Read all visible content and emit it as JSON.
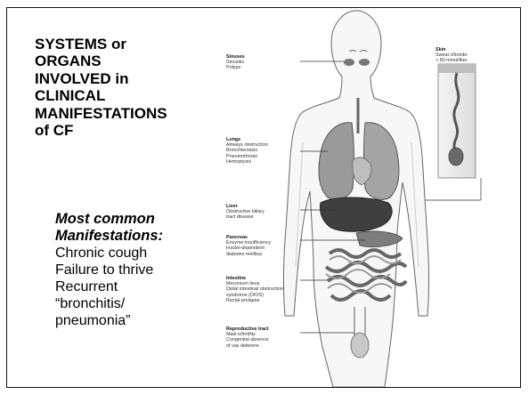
{
  "title_lines": [
    "SYSTEMS or",
    "ORGANS",
    "INVOLVED in",
    "CLINICAL",
    "MANIFESTATIONS",
    "of CF"
  ],
  "subheading_lines": [
    "Most common",
    "Manifestations:"
  ],
  "manifestations": [
    "Chronic cough",
    "Failure to thrive",
    "Recurrent",
    "“bronchitis/",
    "pneumonia”"
  ],
  "labels": {
    "sinuses": {
      "heading": "Sinuses",
      "lines": [
        "Sinusitis",
        "Polyps"
      ]
    },
    "skin": {
      "heading": "Skin",
      "lines": [
        "Sweat chloride:",
        "> 60 mmol/liter"
      ]
    },
    "lungs": {
      "heading": "Lungs",
      "lines": [
        "Airways obstruction",
        "Bronchiectasis",
        "Pneumothorax",
        "Hemoptysis"
      ]
    },
    "liver": {
      "heading": "Liver",
      "lines": [
        "Obstructive biliary",
        "tract disease"
      ]
    },
    "pancreas": {
      "heading": "Pancreas",
      "lines": [
        "Enzyme insufficiency",
        "Insulin-dependent",
        "diabetes mellitus"
      ]
    },
    "intestine": {
      "heading": "Intestine",
      "lines": [
        "Meconium ileus",
        "Distal intestinal obstruction",
        "syndrome (DIOS)",
        "Rectal prolapse"
      ]
    },
    "reproductive": {
      "heading": "Reproductive tract",
      "lines": [
        "Male infertility",
        "Congenital absence",
        "of vas deferens"
      ]
    }
  },
  "colors": {
    "organ_dark": "#3a3a3a",
    "organ_mid": "#8a8a8a",
    "body_line": "#555555",
    "text": "#000000"
  }
}
